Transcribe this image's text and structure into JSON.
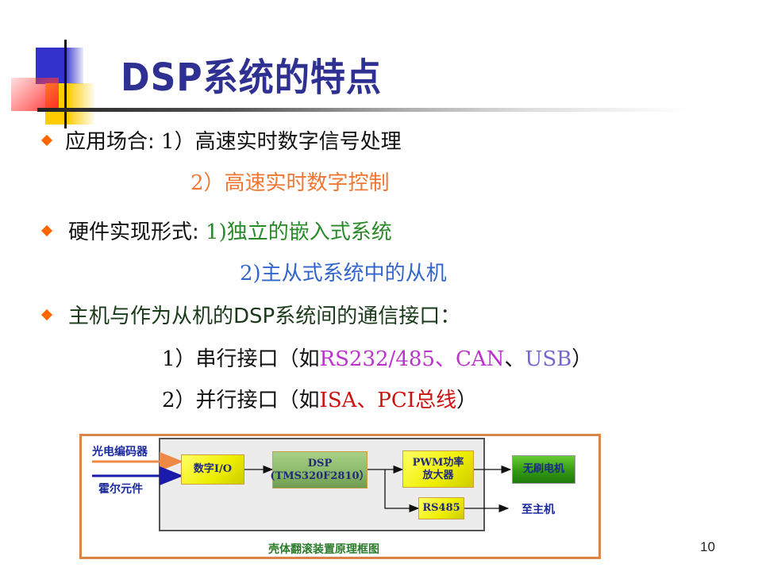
{
  "slide": {
    "title": "DSP系统的特点",
    "page_number": "10",
    "bullets": [
      {
        "label": "应用场合:",
        "items": [
          {
            "text": "1）高速实时数字信号处理",
            "color": "#111111"
          },
          {
            "text": "2）高速实时数字控制",
            "color": "#ee7733"
          }
        ]
      },
      {
        "label": "硬件实现形式:",
        "items": [
          {
            "text": "1)独立的嵌入式系统",
            "color": "#2a8a2a"
          },
          {
            "text": "2)主从式系统中的从机",
            "color": "#3366cc"
          }
        ]
      },
      {
        "label": "主机与作为从机的DSP系统间的通信接口：",
        "items": [
          {
            "prefix": "1）串行接口（如",
            "parts": [
              "RS232/485",
              "、",
              "CAN",
              "、",
              "USB",
              "）"
            ]
          },
          {
            "prefix": "2）并行接口（如",
            "parts": [
              "ISA、PCI总线",
              "）"
            ]
          }
        ]
      }
    ]
  },
  "diagram": {
    "inputs": {
      "encoder": "光电编码器",
      "hall": "霍尔元件"
    },
    "blocks": {
      "dio": "数字I/O",
      "dsp_line1": "DSP",
      "dsp_line2": "(TMS320F2810）",
      "pwm_line1": "PWM功率",
      "pwm_line2": "放大器",
      "rs485": "RS485",
      "motor": "无刷电机"
    },
    "output_label": "至主机",
    "caption": "壳体翻滚装置原理框图",
    "colors": {
      "frame": "#d9854a",
      "encoder_arrow": "#ee8844",
      "hall_arrow": "#1a1aaa",
      "caption": "#2a7a2a"
    }
  }
}
